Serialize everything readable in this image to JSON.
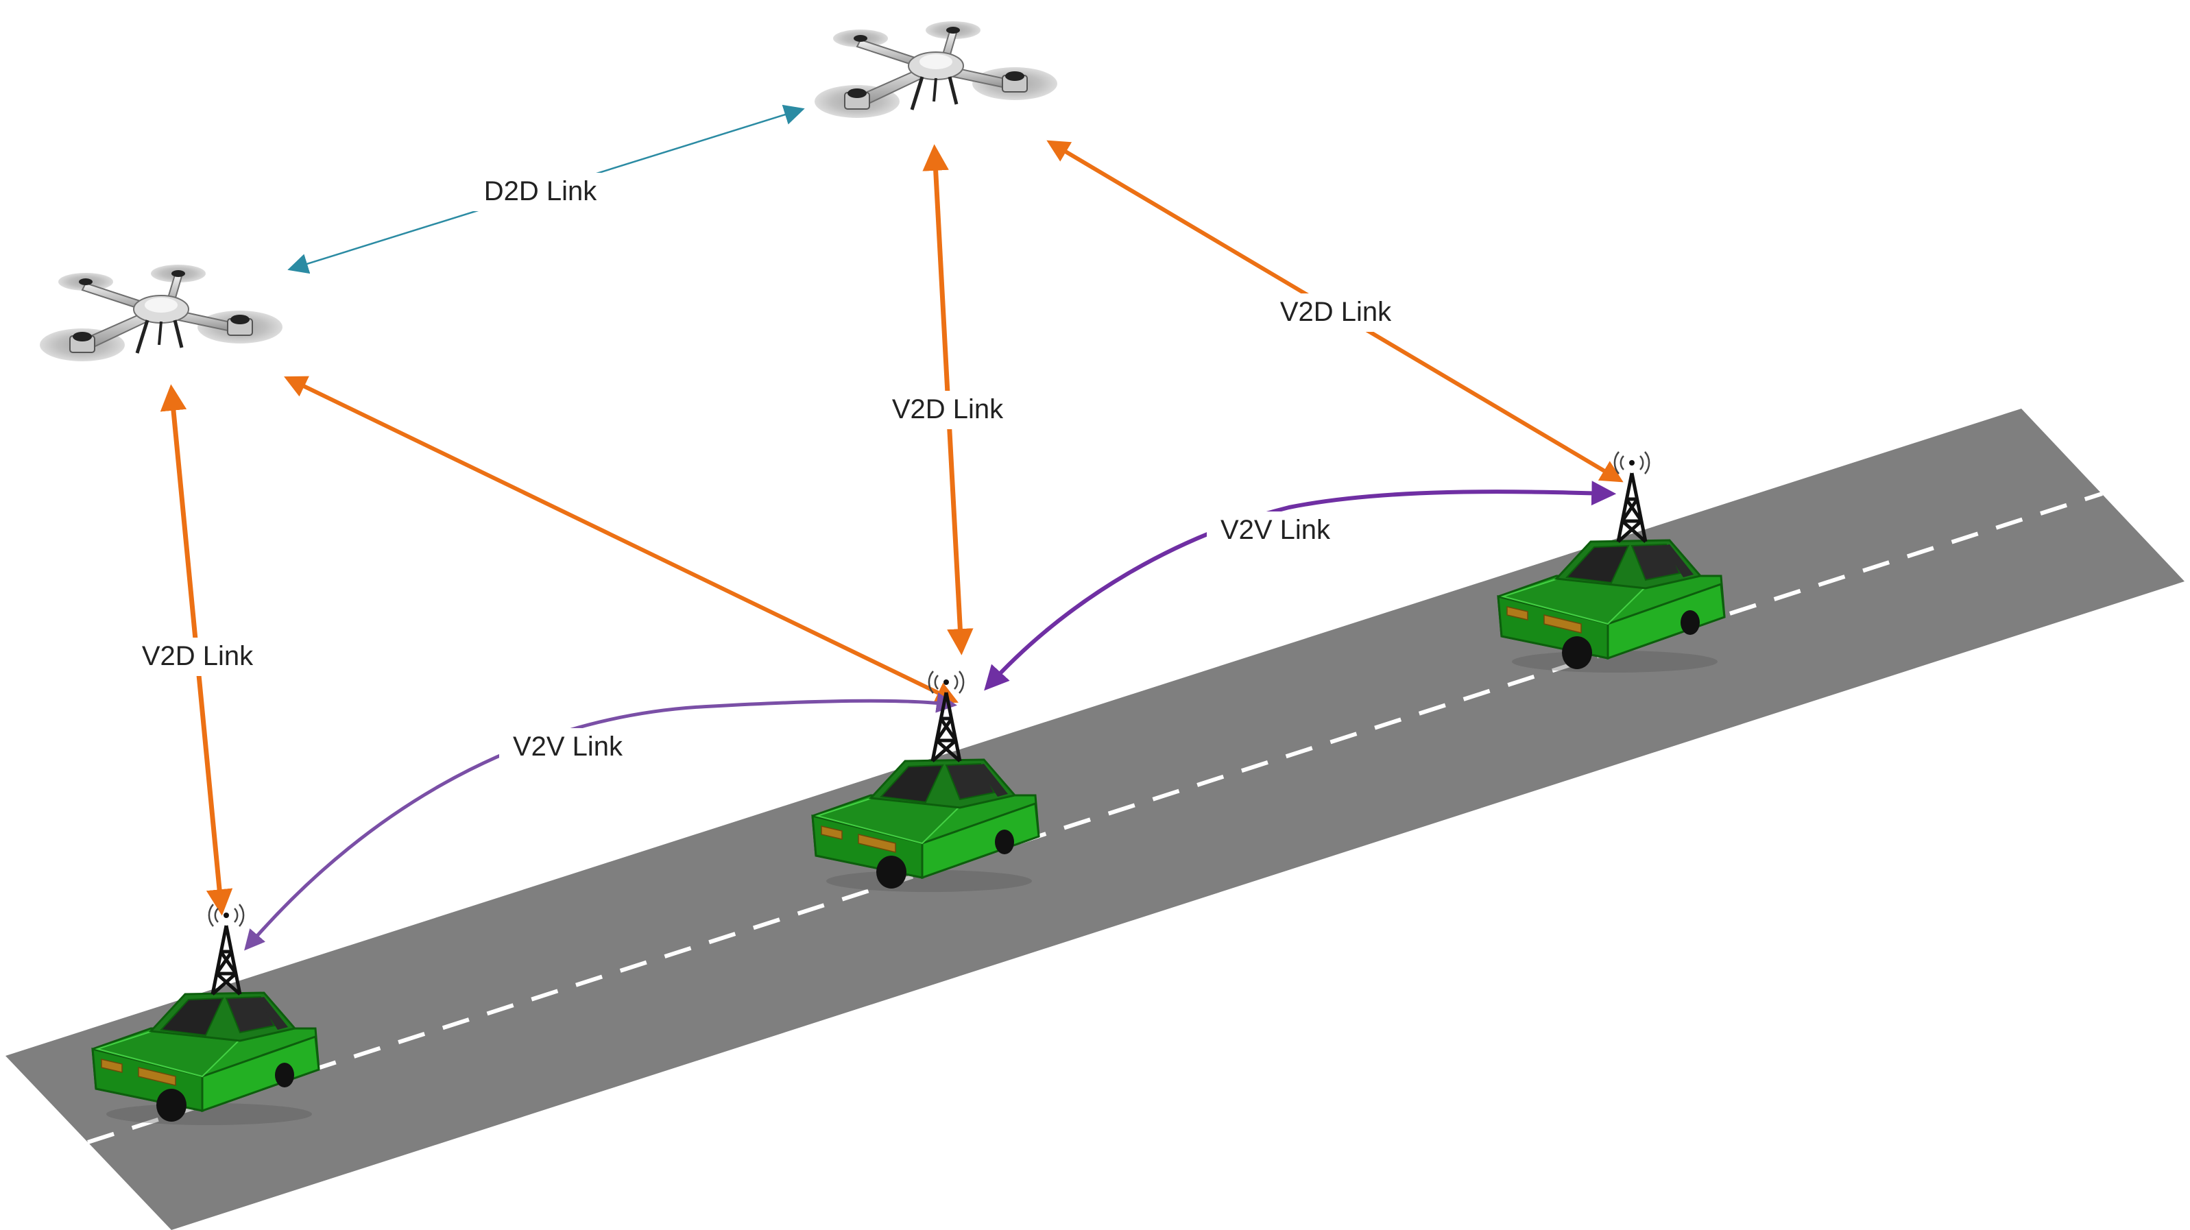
{
  "links": {
    "d2d": "D2D Link",
    "v2d_left": "V2D Link",
    "v2d_middle": "V2D Link",
    "v2d_right": "V2D Link",
    "v2v_left": "V2V Link",
    "v2v_right": "V2V Link"
  },
  "colors": {
    "v2d": "#ec7014",
    "v2v": "#7a4fa6",
    "v2v_strong": "#6f2fa3",
    "d2d": "#2b8ba3",
    "road": "#7f7f7f",
    "car_body": "#1f9e1f",
    "car_dark": "#176b17"
  }
}
